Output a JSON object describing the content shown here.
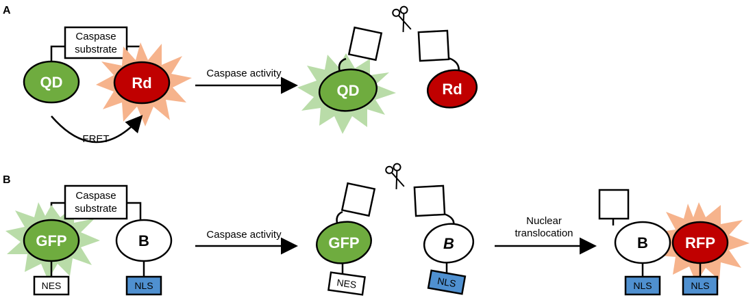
{
  "panels": {
    "a": "A",
    "b": "B"
  },
  "labels": {
    "caspase_substrate_line1": "Caspase",
    "caspase_substrate_line2": "substrate",
    "caspase_activity": "Caspase activity",
    "fret": "FRET",
    "nuclear_line1": "Nuclear",
    "nuclear_line2": "translocation"
  },
  "nodes": {
    "qd": "QD",
    "rd": "Rd",
    "gfp": "GFP",
    "b": "B",
    "rfp": "RFP"
  },
  "tags": {
    "nes": "NES",
    "nls": "NLS"
  },
  "colors": {
    "green": "#6fac3f",
    "red": "#c00000",
    "blue": "#4f90d0",
    "glow_green": "#b9dca8",
    "glow_orange": "#f6b38c"
  },
  "icons": {
    "scissors": "scissors-icon"
  }
}
